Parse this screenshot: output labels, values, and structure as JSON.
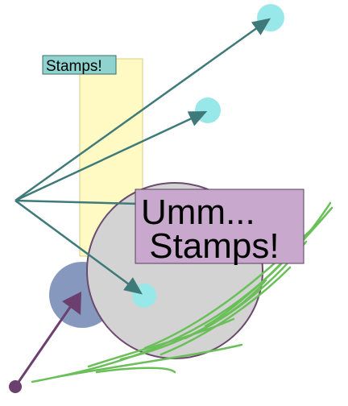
{
  "labels": {
    "small_stamp": "Stamps!",
    "big_line1": "Umm...",
    "big_line2": " Stamps!"
  },
  "colors": {
    "cyan_dot": "#98e8ea",
    "arrow": "#3f7a7a",
    "yellow_rect": "#fff9c4",
    "gray_circle": "#d3d3d3",
    "circle_outline": "#6b4a6e",
    "blue_circle": "#8798bf",
    "purple_arrow": "#6b3f6e",
    "purple_label": "#c8a8cc",
    "teal_label": "#8fd3cf",
    "green_grass": "#6bbf59"
  }
}
